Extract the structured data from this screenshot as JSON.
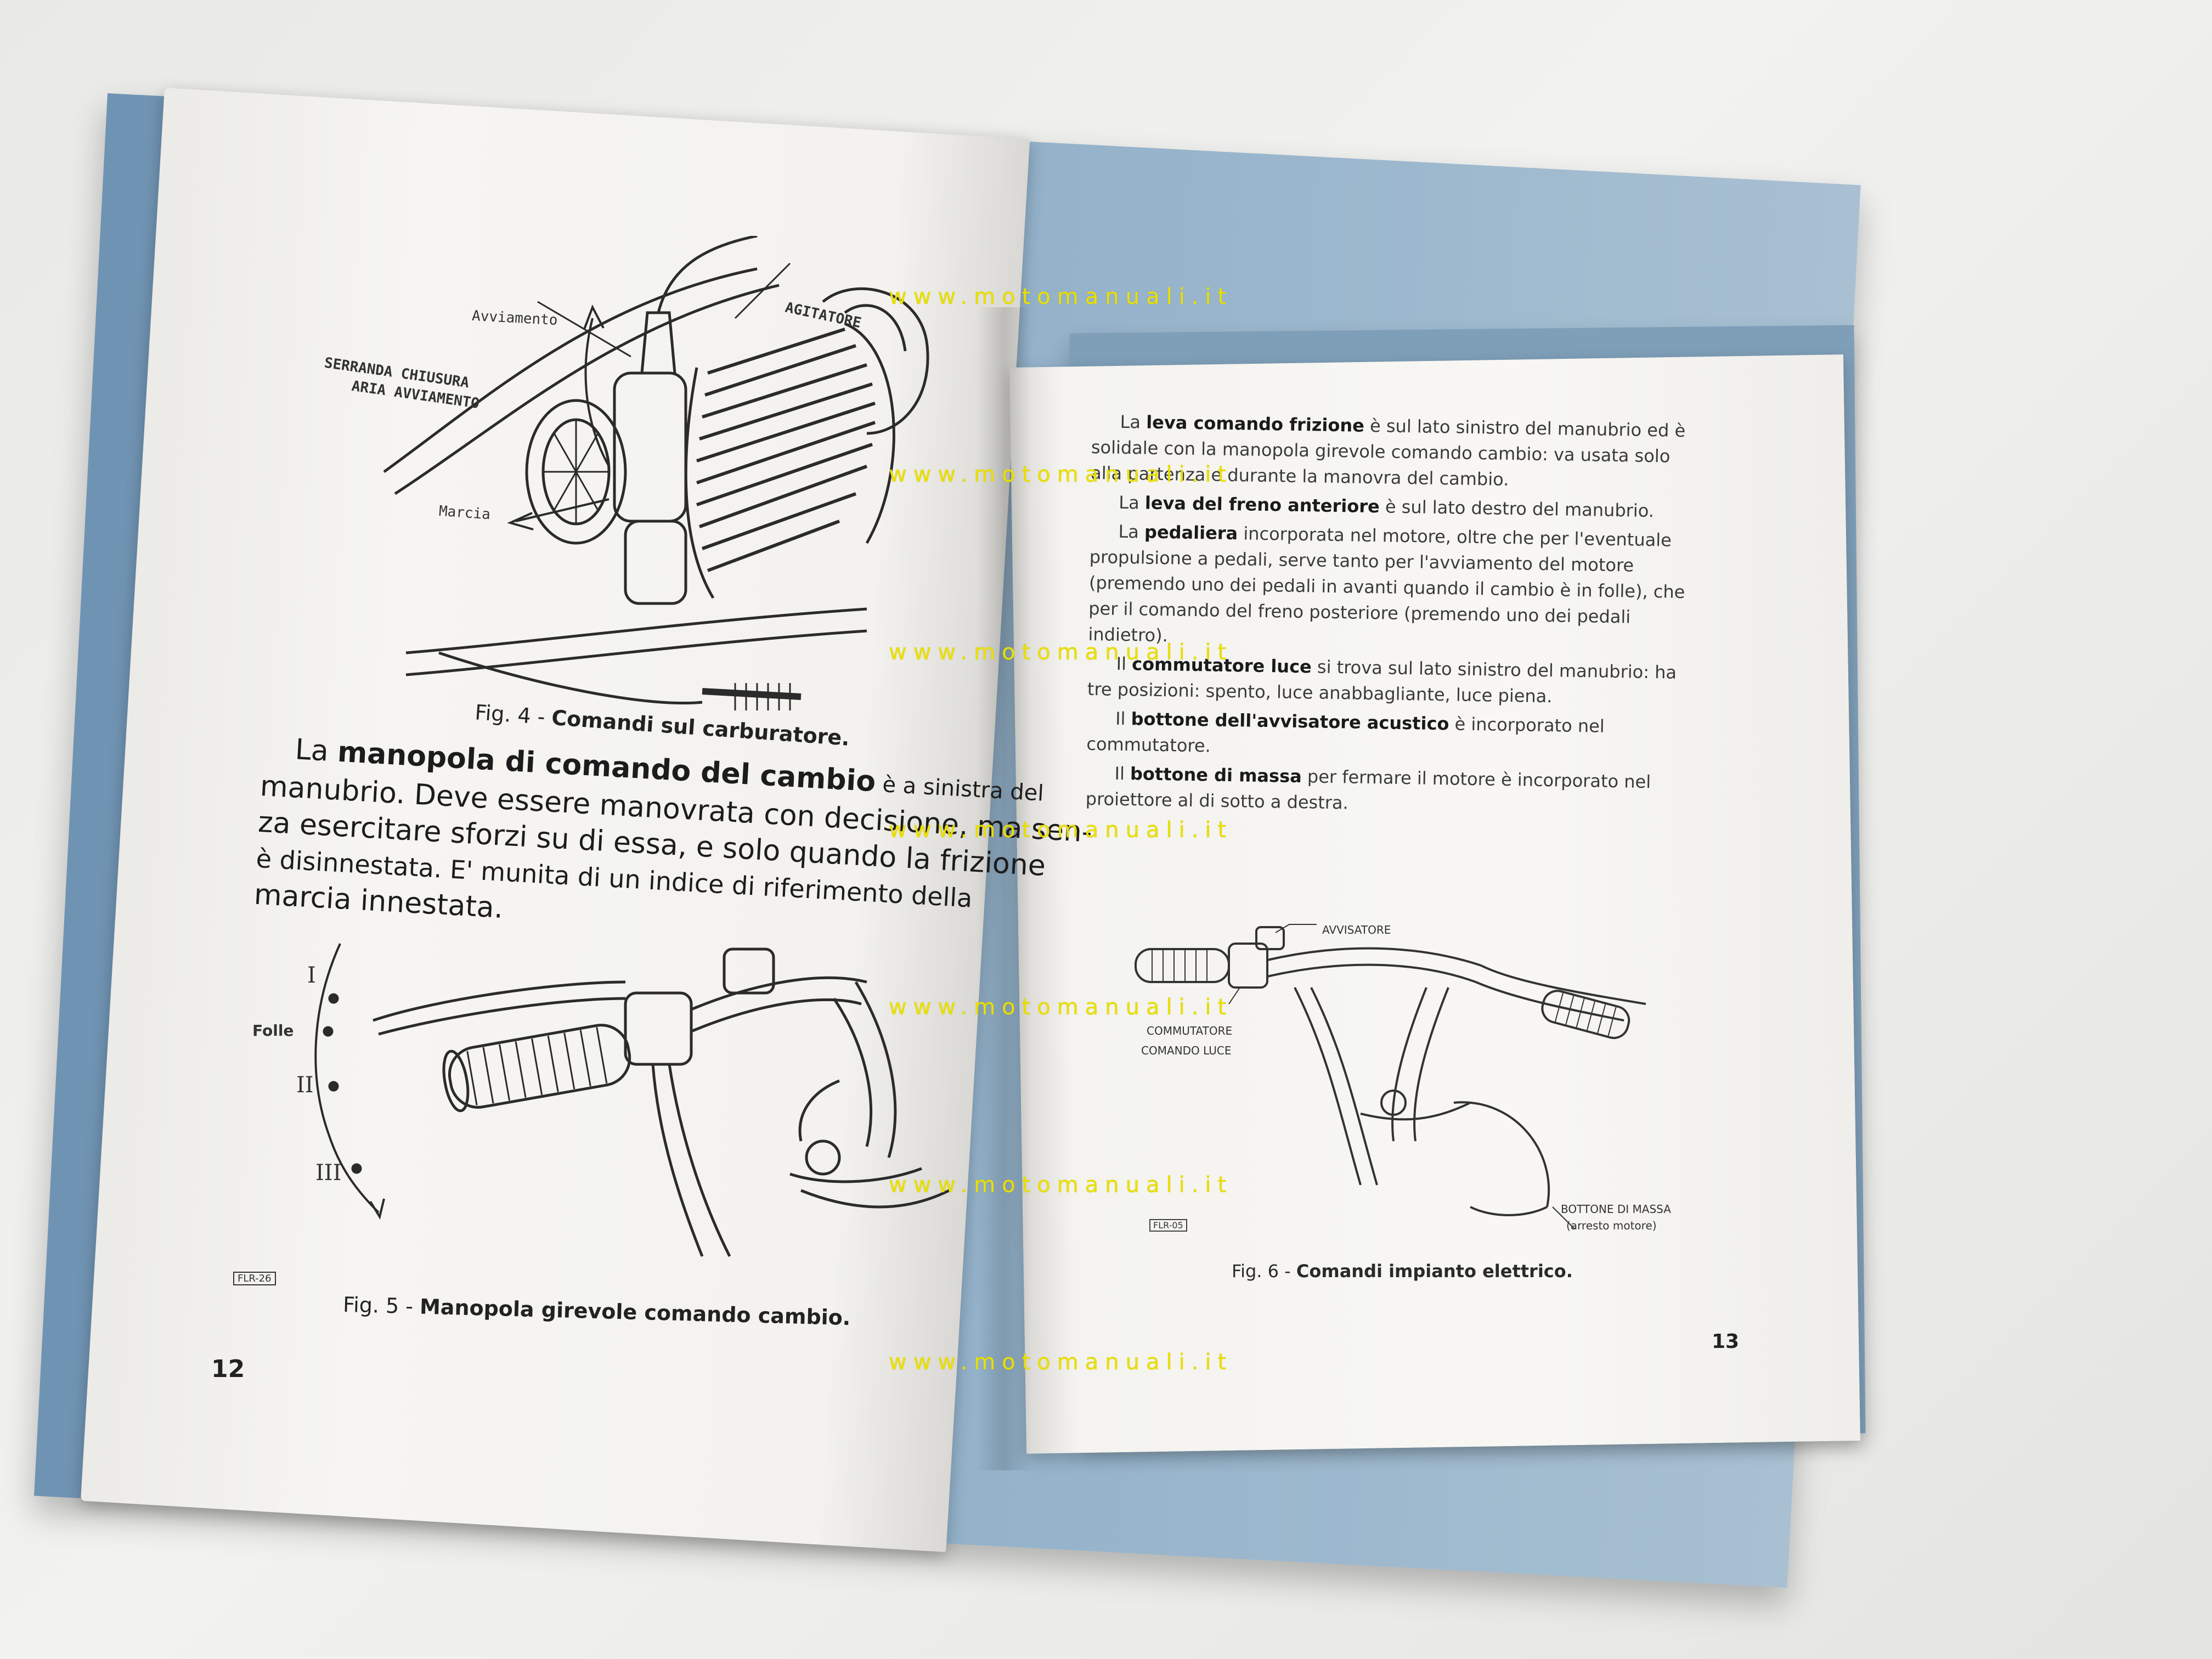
{
  "left_page": {
    "fig4": {
      "labels": {
        "avviamento": "Avviamento",
        "agitatore": "AGITATORE",
        "serranda_line1": "SERRANDA CHIUSURA",
        "serranda_line2": "ARIA AVVIAMENTO",
        "marcia": "Marcia"
      },
      "caption_prefix": "Fig. 4 - ",
      "caption_bold": "Comandi sul carburatore."
    },
    "paragraph": {
      "line1_pre": "La ",
      "line1_bold": "manopola di comando del cambio",
      "line1_post": " è a sinistra del",
      "line2": "manubrio. Deve essere manovrata con decisione, ma sen-",
      "line3": "za esercitare sforzi su di essa, e solo quando la frizione",
      "line4": "è disinnestata. E' munita di un indice di riferimento della",
      "line5": "marcia innestata."
    },
    "fig5": {
      "gears": {
        "g1": "I",
        "folle": "Folle",
        "g2": "II",
        "g3": "III"
      },
      "code": "FLR-26",
      "caption_prefix": "Fig. 5 - ",
      "caption_bold": "Manopola girevole comando cambio."
    },
    "page_number": "12"
  },
  "right_page": {
    "paragraphs": [
      {
        "pre": "La ",
        "bold": "leva comando frizione",
        "post": " è sul lato sinistro del manubrio ed è solidale con la manopola girevole comando cambio: va usata solo alla partenza e durante la manovra del cambio."
      },
      {
        "pre": "La ",
        "bold": "leva del freno anteriore",
        "post": " è sul lato destro del manubrio."
      },
      {
        "pre": "La ",
        "bold": "pedaliera",
        "post": " incorporata nel motore, oltre che per l'eventuale propulsione a pedali, serve tanto per l'avviamento del motore (premendo uno dei pedali in avanti quando il cambio è in folle), che per il comando del freno posteriore (premendo uno dei pedali indietro)."
      },
      {
        "pre": "Il ",
        "bold": "commutatore luce",
        "post": " si trova sul lato sinistro del manubrio: ha tre posizioni: spento, luce anabbagliante, luce piena."
      },
      {
        "pre": "Il ",
        "bold": "bottone dell'avvisatore acustico",
        "post": " è incorporato nel commutatore."
      },
      {
        "pre": "Il ",
        "bold": "bottone di massa",
        "post": " per fermare il motore è incorporato nel proiettore al di sotto a destra."
      }
    ],
    "fig6": {
      "labels": {
        "avvisatore": "AVVISATORE",
        "commutatore_line1": "COMMUTATORE",
        "commutatore_line2": "COMANDO LUCE",
        "bottone_line1": "BOTTONE DI MASSA",
        "bottone_line2": "(arresto motore)"
      },
      "code": "FLR-05",
      "caption_prefix": "Fig. 6 - ",
      "caption_bold": "Comandi impianto elettrico."
    },
    "page_number": "13"
  },
  "watermark": "www.motomanuali.it",
  "colors": {
    "cover": "#8eaec8",
    "paper": "#f6f5f1",
    "ink": "#1c1c1c",
    "watermark": "#e9e000"
  }
}
